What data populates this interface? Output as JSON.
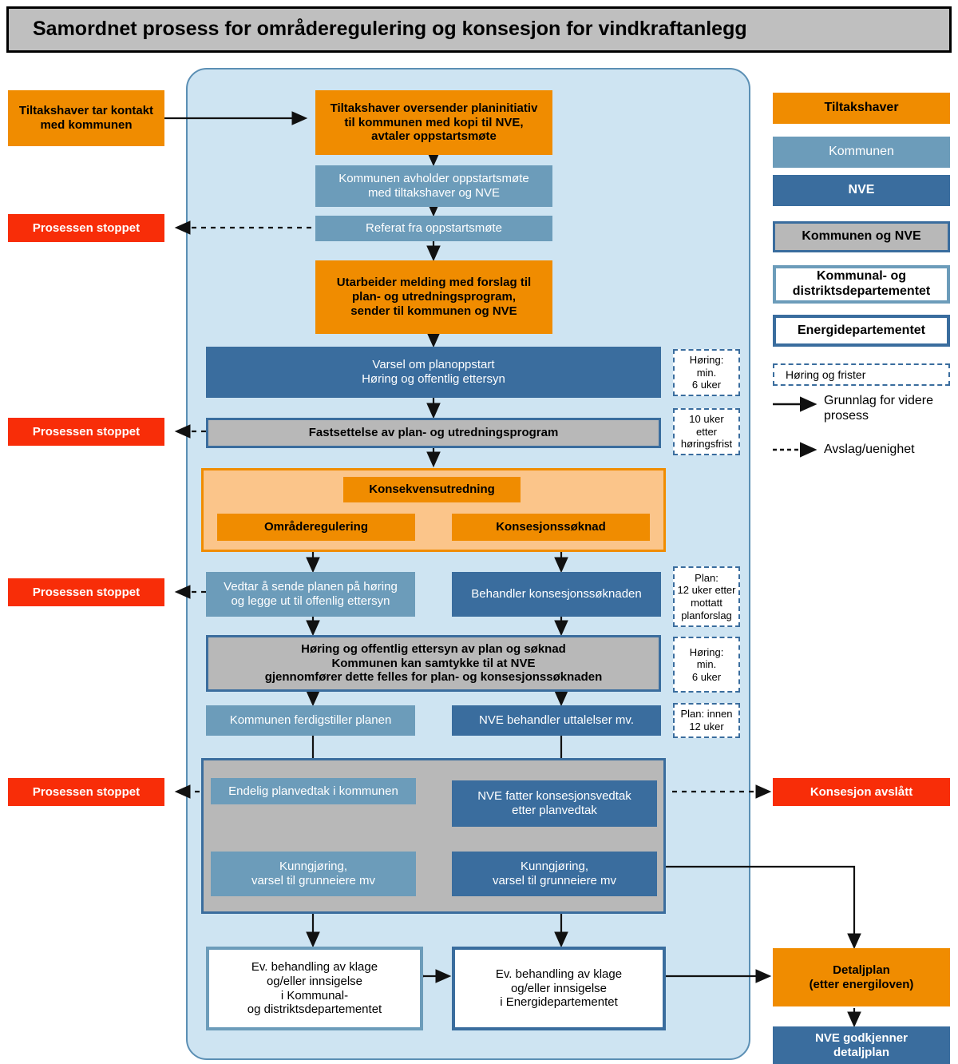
{
  "title": "Samordnet prosess for områderegulering og konsesjon for vindkraftanlegg",
  "flow": {
    "tiltakshaver_kontakt": "Tiltakshaver tar kontakt\nmed kommunen",
    "oversender_planinitiativ": "Tiltakshaver oversender planinitiativ\ntil kommunen med kopi til NVE,\navtaler oppstartsmøte",
    "oppstartsmote": "Kommunen avholder oppstartsmøte\nmed tiltakshaver og NVE",
    "referat": "Referat fra oppstartsmøte",
    "utarbeider_melding": "Utarbeider melding med forslag til\nplan- og utredningsprogram,\nsender til kommunen og NVE",
    "varsel_planoppstart": "Varsel om planoppstart\nHøring og offentlig ettersyn",
    "fastsettelse": "Fastsettelse av plan- og utredningsprogram",
    "konsekvensutredning": "Konsekvensutredning",
    "omraderegulering": "Områderegulering",
    "konsesjonssoknad": "Konsesjonssøknad",
    "vedtar_sende_planen": "Vedtar å sende planen på høring\nog legge ut til offenlig ettersyn",
    "behandler_konsesjonssoknaden": "Behandler konsesjonssøknaden",
    "horing_offentlig_ettersyn": "Høring og offentlig ettersyn av plan og søknad\nKommunen kan samtykke til at NVE\ngjennomfører dette felles for plan- og konsesjonssøknaden",
    "kommunen_ferdigstiller": "Kommunen ferdigstiller planen",
    "nve_behandler_uttalelser": "NVE behandler uttalelser mv.",
    "endelig_planvedtak": "Endelig planvedtak i kommunen",
    "nve_fatter_konsesjonsvedtak": "NVE fatter konsesjonsvedtak\netter planvedtak",
    "kunngjoring_kommune": "Kunngjøring,\nvarsel til grunneiere mv",
    "kunngjoring_nve": "Kunngjøring,\nvarsel til grunneiere mv",
    "klage_kommunal": "Ev. behandling av klage\nog/eller innsigelse\ni Kommunal-\nog distriktsdepartementet",
    "klage_energi": "Ev. behandling av klage\nog/eller innsigelse\ni Energidepartementet",
    "detaljplan": "Detaljplan\n(etter energiloven)",
    "nve_godkjenner_detaljplan": "NVE godkjenner\ndetaljplan"
  },
  "stops": {
    "stop1": "Prosessen stoppet",
    "stop2": "Prosessen stoppet",
    "stop3": "Prosessen stoppet",
    "stop4": "Prosessen stoppet",
    "konsesjon_avslatt": "Konsesjon avslått"
  },
  "deadlines": {
    "d1": "Høring:\nmin.\n6 uker",
    "d2": "10 uker\netter\nhøringsfrist",
    "d3": "Plan:\n12 uker etter\nmottatt\nplanforslag",
    "d4": "Høring:\nmin.\n6 uker",
    "d5": "Plan: innen\n12 uker"
  },
  "legend": {
    "tiltakshaver": "Tiltakshaver",
    "kommunen": "Kommunen",
    "nve": "NVE",
    "kommunen_og_nve": "Kommunen og NVE",
    "kommunal_dep": "Kommunal- og\ndistriktsdepartementet",
    "energi_dep": "Energidepartementet",
    "horing_frister": "Høring og frister",
    "grunnlag": "Grunnlag for videre\nprosess",
    "avslag": "Avslag/uenighet"
  },
  "colors": {
    "orange": "#F08C00",
    "light_blue": "#6C9CBA",
    "dark_blue": "#3A6D9E",
    "red": "#F82D08",
    "grey": "#B8B8B8",
    "container_bg": "#CEE4F2",
    "ku_panel_bg": "#FBC58A",
    "title_bg": "#BFBFBF"
  }
}
